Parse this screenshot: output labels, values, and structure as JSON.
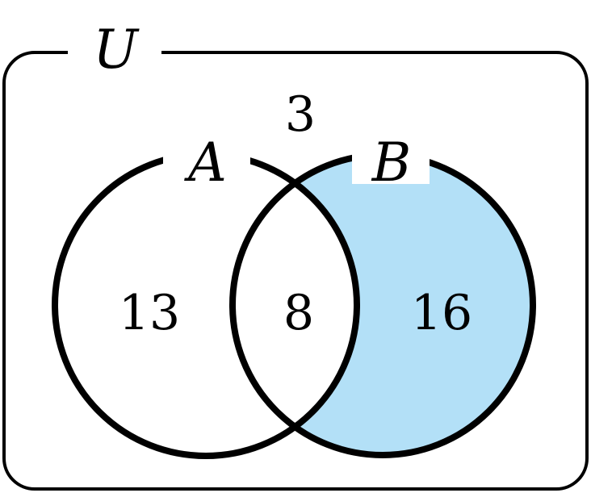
{
  "diagram": {
    "type": "venn",
    "universe": {
      "label": "U"
    },
    "sets": [
      {
        "key": "A",
        "label": "A"
      },
      {
        "key": "B",
        "label": "B"
      }
    ],
    "regions": {
      "outside": "3",
      "a_only": "13",
      "a_and_b": "8",
      "b_only": "16"
    },
    "shaded_region": "b_only",
    "colors": {
      "shade": "#b3e0f7",
      "stroke": "#000000",
      "background": "#ffffff"
    }
  }
}
